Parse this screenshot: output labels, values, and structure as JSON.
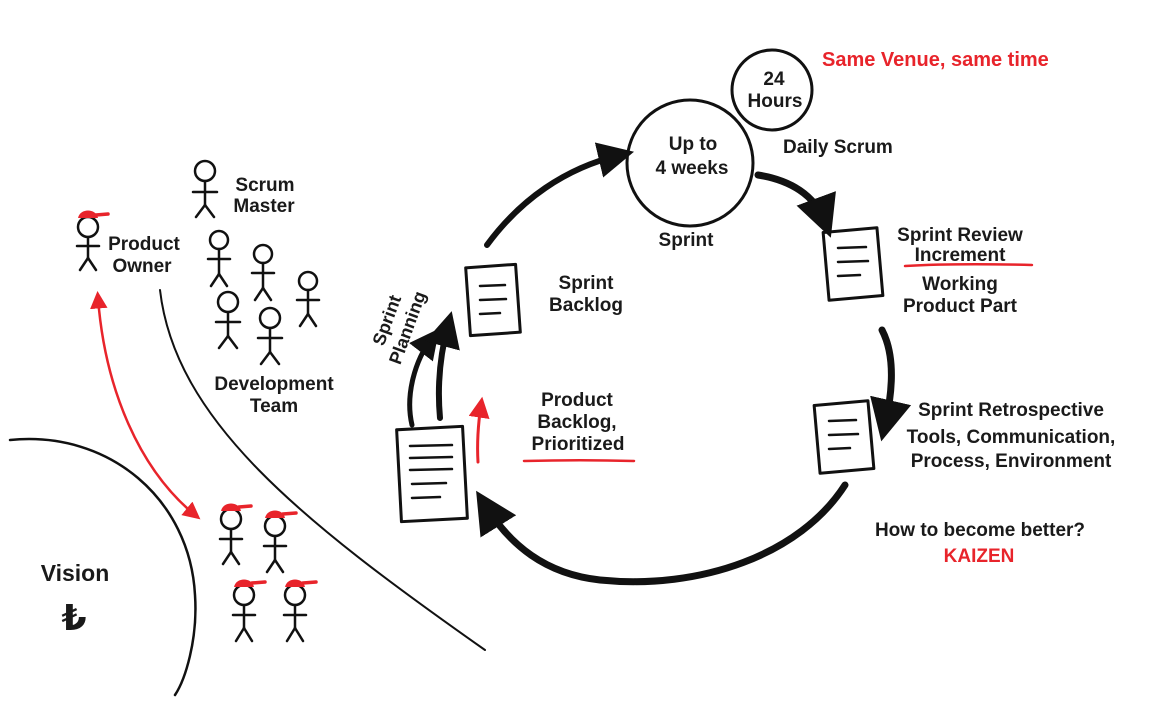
{
  "labels": {
    "same_venue": "Same Venue, same time",
    "hours_line1": "24",
    "hours_line2": "Hours",
    "daily_scrum": "Daily Scrum",
    "upto_line1": "Up to",
    "upto_line2": "4 weeks",
    "sprint": "Sprint",
    "sprint_review": "Sprint Review",
    "increment": "Increment",
    "working_line1": "Working",
    "working_line2": "Product Part",
    "sprint_retro": "Sprint Retrospective",
    "retro_line2": "Tools, Communication,",
    "retro_line3": "Process, Environment",
    "how_better": "How to become better?",
    "kaizen": "KAIZEN",
    "sprint_backlog_line1": "Sprint",
    "sprint_backlog_line2": "Backlog",
    "sprint_planning_line1": "Sprint",
    "sprint_planning_line2": "Planning",
    "product_backlog_line1": "Product",
    "product_backlog_line2": "Backlog,",
    "product_backlog_line3": "Prioritized",
    "scrum_master_line1": "Scrum",
    "scrum_master_line2": "Master",
    "product_owner_line1": "Product",
    "product_owner_line2": "Owner",
    "dev_team_line1": "Development",
    "dev_team_line2": "Team",
    "vision": "Vision",
    "currency_symbol": "₺"
  },
  "colors": {
    "accent": "#e8242b",
    "ink": "#111111"
  }
}
